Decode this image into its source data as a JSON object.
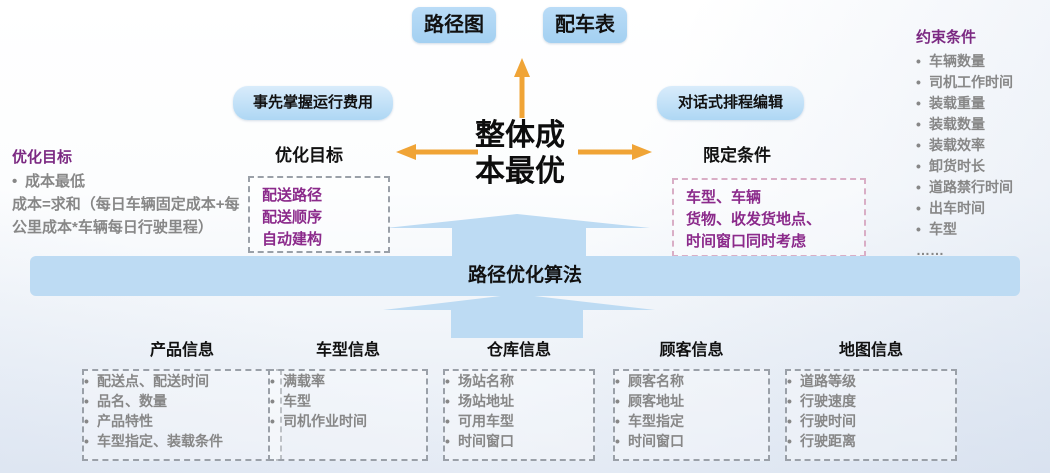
{
  "colors": {
    "arrow_orange": "#F0A436",
    "light_blue": "#A9D4F3",
    "banner_blue": "#BDDBF3",
    "purple_heading": "#7B2982",
    "purple_text": "#8B2A8B",
    "gray_text": "#878787"
  },
  "top_outputs": {
    "route_map": "路径图",
    "dispatch_table": "配车表"
  },
  "center": {
    "line1": "整体成",
    "line2": "本最优"
  },
  "left_branch": {
    "callout": "事先掌握运行费用",
    "label": "优化目标",
    "items": [
      "配送路径",
      "配送顺序",
      "自动建构"
    ]
  },
  "right_branch": {
    "callout": "对话式排程编辑",
    "label": "限定条件",
    "lines": [
      "车型、车辆",
      "货物、收发货地点、",
      "时间窗口同时考虑"
    ]
  },
  "left_panel": {
    "title": "优化目标",
    "bullet": "成本最低",
    "formula": "成本=求和（每日车辆固定成本+每公里成本*车辆每日行驶里程）"
  },
  "right_panel": {
    "title": "约束条件",
    "items": [
      "车辆数量",
      "司机工作时间",
      "装载重量",
      "装载数量",
      "装载效率",
      "卸货时长",
      "道路禁行时间",
      "出车时间",
      "车型"
    ],
    "more": "……"
  },
  "banner": {
    "label": "路径优化算法"
  },
  "bottom_columns": [
    {
      "title": "产品信息",
      "items": [
        "配送点、配送时间",
        "品名、数量",
        "产品特性",
        "车型指定、装载条件"
      ]
    },
    {
      "title": "车型信息",
      "items": [
        "满载率",
        "车型",
        "司机作业时间"
      ]
    },
    {
      "title": "仓库信息",
      "items": [
        "场站名称",
        "场站地址",
        "可用车型",
        "时间窗口"
      ]
    },
    {
      "title": "顾客信息",
      "items": [
        "顾客名称",
        "顾客地址",
        "车型指定",
        "时间窗口"
      ]
    },
    {
      "title": "地图信息",
      "items": [
        "道路等级",
        "行驶速度",
        "行驶时间",
        "行驶距离"
      ]
    }
  ]
}
